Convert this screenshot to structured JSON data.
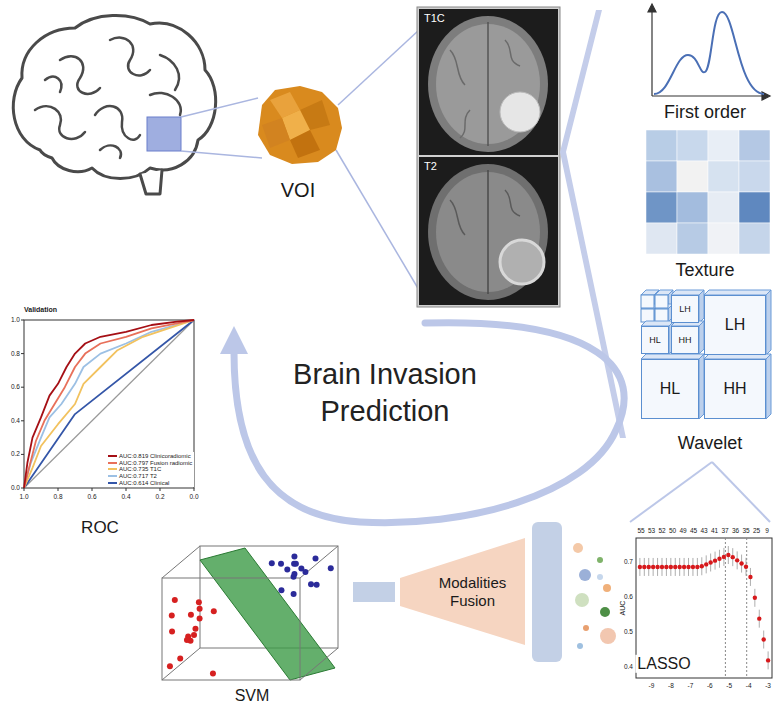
{
  "diagram": {
    "title": "Brain Invasion Prediction",
    "nodes": [
      {
        "text": [
          "T1C"
        ]
      },
      {
        "text": [
          "T2"
        ]
      },
      {
        "text": [
          "LH"
        ]
      },
      {
        "text": [
          "HL"
        ]
      },
      {
        "text": [
          "HH"
        ]
      },
      {
        "text": [
          "LH"
        ]
      },
      {
        "text": [
          "HL"
        ]
      },
      {
        "text": [
          "HH"
        ]
      },
      {
        "text": [
          "Modalities Fusion"
        ]
      }
    ],
    "labels": [
      "VOI",
      "First order",
      "Texture",
      "Wavelet",
      "Validation",
      "1.0",
      "0.8",
      "0.6",
      "0.4",
      "0.2",
      "0.0",
      "1.0",
      "0.8",
      "0.6",
      "0.4",
      "0.2",
      "0.0",
      "ROC",
      "55",
      "53",
      "52",
      "50",
      "49",
      "45",
      "43",
      "41",
      "37",
      "36",
      "35",
      "25",
      "9",
      "AUC",
      "0.7",
      "0.6",
      "0.5",
      "0.4",
      "-9",
      "-8",
      "-7",
      "-6",
      "-5",
      "-4",
      "-3",
      "LASSO",
      "SVM"
    ],
    "legend": [
      {
        "text": "AUC:0.819 Clinicoradiomic",
        "color": "#a50f15"
      },
      {
        "text": "AUC:0.797 Fusion radiomic",
        "color": "#e8705a"
      },
      {
        "text": "AUC:0.735 T1C",
        "color": "#f2c25e"
      },
      {
        "text": "AUC:0.717 T2",
        "color": "#9cc0e4"
      },
      {
        "text": "AUC:0.614 Clinical",
        "color": "#3456a8"
      }
    ]
  }
}
